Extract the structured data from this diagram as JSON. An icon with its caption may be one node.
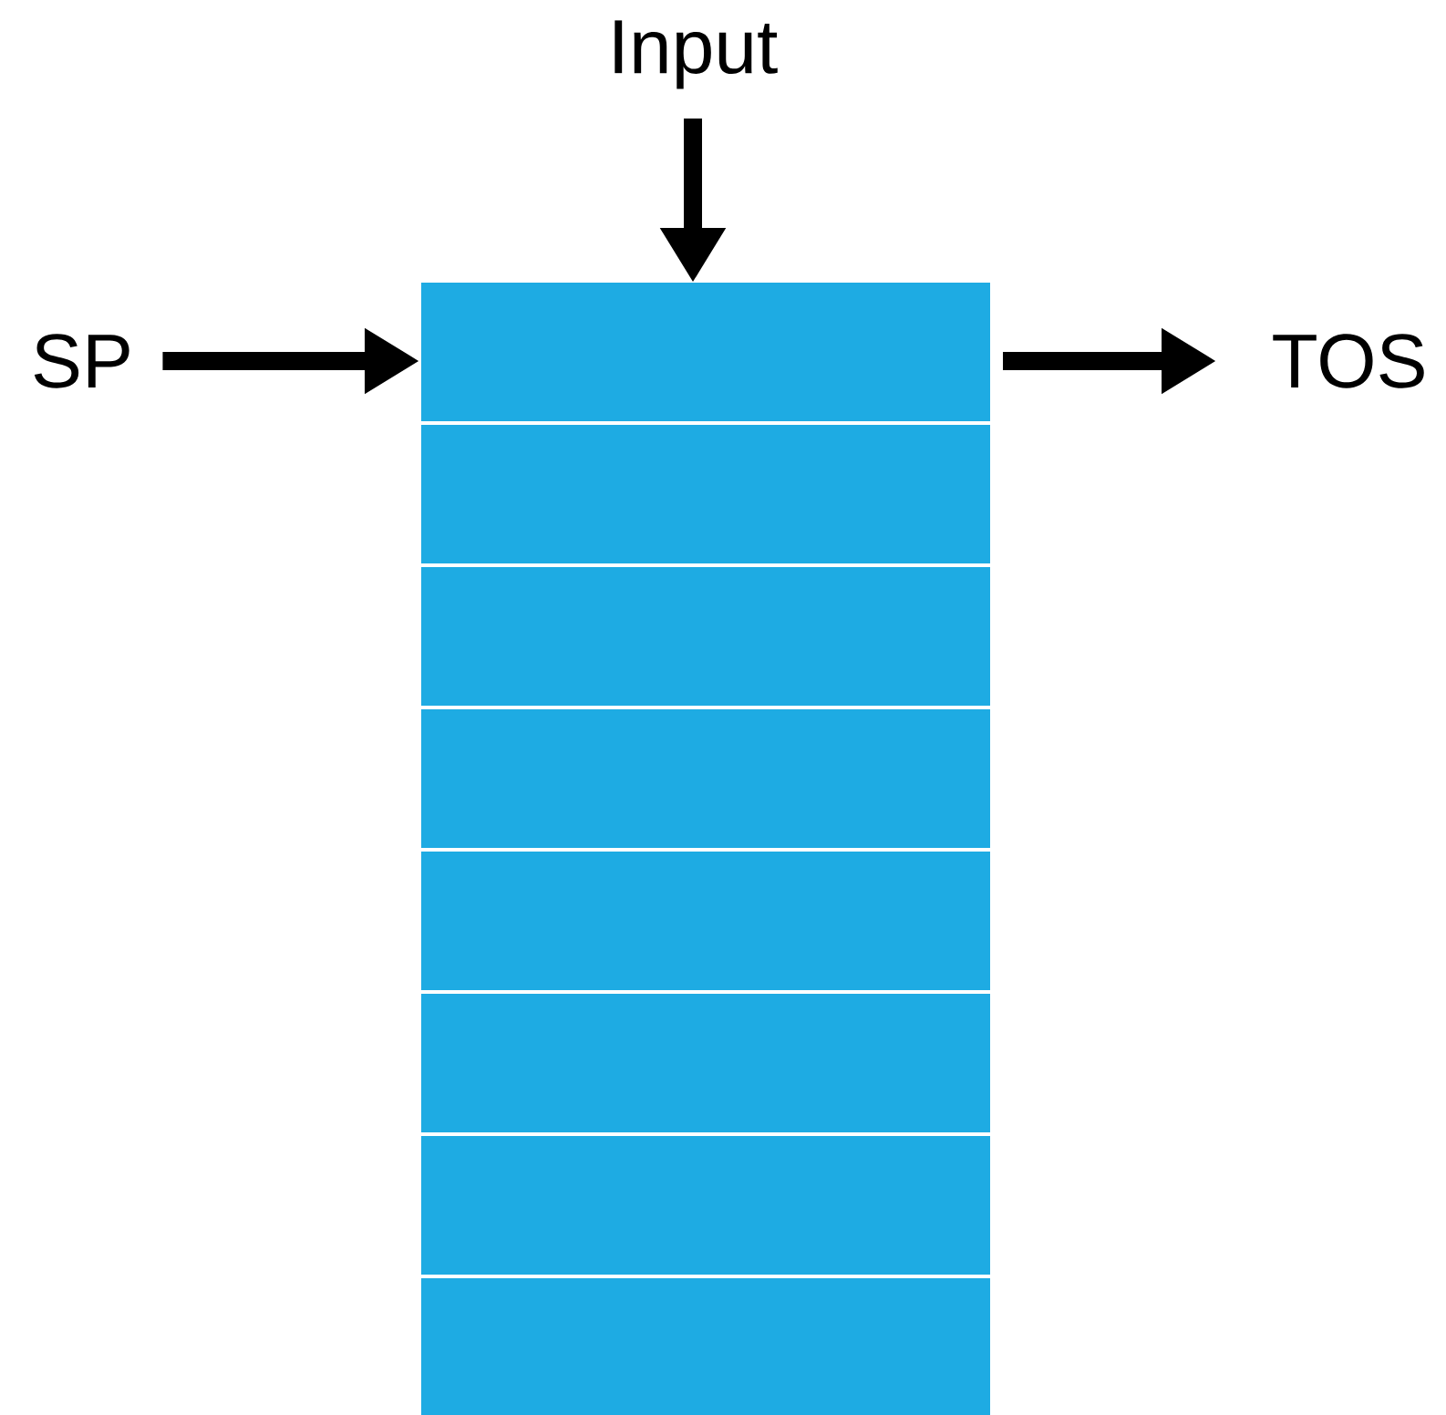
{
  "diagram": {
    "nodes": [
      {
        "text": [
          "Input"
        ]
      },
      {
        "text": [
          "SP"
        ]
      },
      {
        "text": [
          "TOS"
        ]
      },
      {
        "text": [],
        "shape": "box"
      },
      {
        "text": [],
        "shape": "box"
      },
      {
        "text": [],
        "shape": "box"
      },
      {
        "text": [],
        "shape": "box"
      },
      {
        "text": [],
        "shape": "box"
      },
      {
        "text": [],
        "shape": "box"
      },
      {
        "text": [],
        "shape": "box"
      },
      {
        "text": [],
        "shape": "box"
      }
    ],
    "edges": [
      {
        "from": 0,
        "to": 3,
        "arrow": "to"
      },
      {
        "from": 1,
        "to": 3,
        "arrow": "to"
      },
      {
        "from": 3,
        "to": 2,
        "arrow": "to"
      }
    ]
  }
}
